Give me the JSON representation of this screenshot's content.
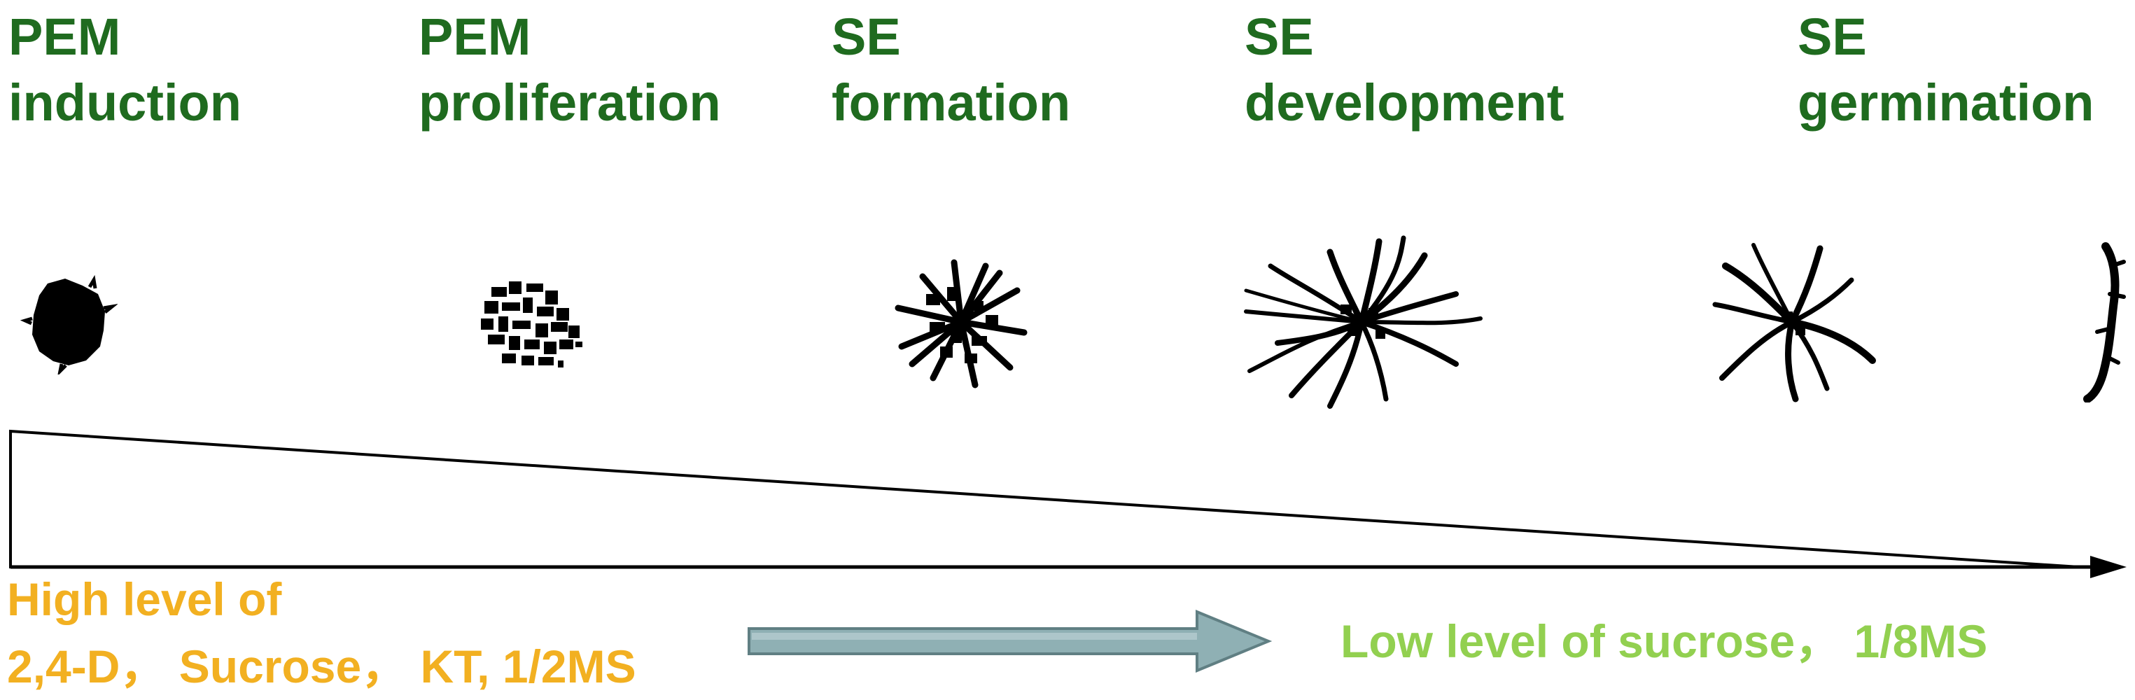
{
  "stages": [
    {
      "line1": "PEM",
      "line2": "induction",
      "icon": "dense-embryogenic-mass"
    },
    {
      "line1": "PEM",
      "line2": "proliferation",
      "icon": "loose-cell-cluster"
    },
    {
      "line1": "SE",
      "line2": "formation",
      "icon": "embryo-cluster"
    },
    {
      "line1": "SE",
      "line2": "development",
      "icon": "elongating-embryos"
    },
    {
      "line1": "SE",
      "line2": "germination",
      "icon": "germinating-embryos"
    }
  ],
  "conditions": {
    "high_line1": "High  level of",
    "high_line2": "2,4-D， Sucrose， KT, 1/2MS",
    "low": "Low level of sucrose， 1/8MS"
  },
  "colors": {
    "stage_label": "#1f6b1f",
    "high_condition": "#f2b021",
    "low_condition": "#92d050",
    "transition_arrow": "#8fb0b4",
    "specimen": "#000000"
  }
}
